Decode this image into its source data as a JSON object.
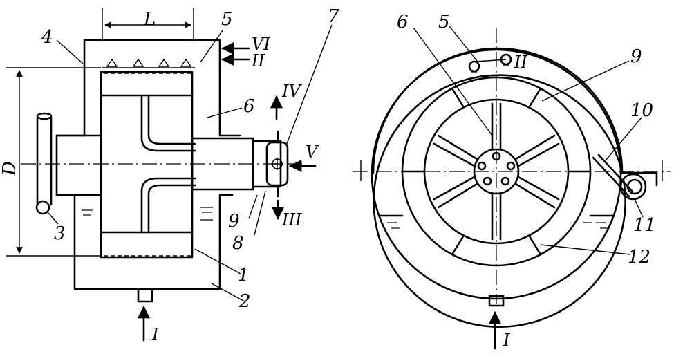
{
  "left_view": {
    "dim_length": "L",
    "dim_diameter": "D",
    "labels": {
      "n1": "1",
      "n2": "2",
      "n3": "3",
      "n4": "4",
      "n5": "5",
      "n6": "6",
      "n7": "7",
      "n8": "8",
      "n9": "9"
    },
    "flows": {
      "f1": "I",
      "f2": "II",
      "f3": "III",
      "f4": "IV",
      "f5": "V",
      "f6": "VI"
    }
  },
  "right_view": {
    "labels": {
      "n5": "5",
      "n6": "6",
      "n9": "9",
      "n10": "10",
      "n11": "11",
      "n12": "12"
    },
    "flows": {
      "f1": "I",
      "f2": "II"
    }
  }
}
